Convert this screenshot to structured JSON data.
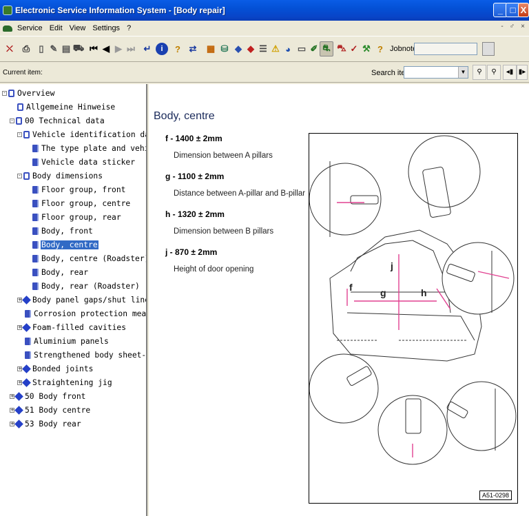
{
  "window": {
    "title": "Electronic Service Information System - [Body repair]",
    "controls": [
      "_",
      "□",
      "X"
    ]
  },
  "menu": {
    "items": [
      "Service",
      "Edit",
      "View",
      "Settings",
      "?"
    ],
    "mdi_controls": [
      "-",
      "♂",
      "×"
    ]
  },
  "toolbar": {
    "jobnote_label": "Jobnote:",
    "jobnote_value": ""
  },
  "itembar": {
    "current_label": "Current item:",
    "search_label": "Search item:",
    "search_value": ""
  },
  "tree": [
    {
      "label": "Overview",
      "icon": "book-open-icon",
      "expander": "-",
      "indent": 0
    },
    {
      "label": "Allgemeine Hinweise",
      "icon": "book-open-icon",
      "expander": "",
      "indent": 1
    },
    {
      "label": "00 Technical data",
      "icon": "book-open-icon",
      "expander": "-",
      "indent": 1
    },
    {
      "label": "Vehicle identification data",
      "icon": "book-open-icon",
      "expander": "-",
      "indent": 2
    },
    {
      "label": "The type plate and vehicle",
      "icon": "page-icon",
      "expander": "",
      "indent": 3
    },
    {
      "label": "Vehicle data sticker",
      "icon": "page-icon",
      "expander": "",
      "indent": 3
    },
    {
      "label": "Body dimensions",
      "icon": "book-open-icon",
      "expander": "-",
      "indent": 2
    },
    {
      "label": "Floor group, front",
      "icon": "page-icon",
      "expander": "",
      "indent": 3
    },
    {
      "label": "Floor group, centre",
      "icon": "page-icon",
      "expander": "",
      "indent": 3
    },
    {
      "label": "Floor group, rear",
      "icon": "page-icon",
      "expander": "",
      "indent": 3
    },
    {
      "label": "Body, front",
      "icon": "page-icon",
      "expander": "",
      "indent": 3
    },
    {
      "label": "Body, centre",
      "icon": "page-icon",
      "expander": "",
      "indent": 3,
      "selected": true
    },
    {
      "label": "Body, centre (Roadster)",
      "icon": "page-icon",
      "expander": "",
      "indent": 3
    },
    {
      "label": "Body, rear",
      "icon": "page-icon",
      "expander": "",
      "indent": 3
    },
    {
      "label": "Body, rear (Roadster)",
      "icon": "page-icon",
      "expander": "",
      "indent": 3
    },
    {
      "label": "Body panel gaps/shut lines",
      "icon": "book-closed-icon",
      "expander": "+",
      "indent": 2
    },
    {
      "label": "Corrosion protection measures",
      "icon": "page-icon",
      "expander": "",
      "indent": 2
    },
    {
      "label": "Foam-filled cavities",
      "icon": "book-closed-icon",
      "expander": "+",
      "indent": 2
    },
    {
      "label": "Aluminium panels",
      "icon": "page-icon",
      "expander": "",
      "indent": 2
    },
    {
      "label": "Strengthened body sheet-metal",
      "icon": "page-icon",
      "expander": "",
      "indent": 2
    },
    {
      "label": "Bonded joints",
      "icon": "book-closed-icon",
      "expander": "+",
      "indent": 2
    },
    {
      "label": "Straightening jig",
      "icon": "book-closed-icon",
      "expander": "+",
      "indent": 2
    },
    {
      "label": "50 Body front",
      "icon": "book-closed-icon",
      "expander": "+",
      "indent": 1
    },
    {
      "label": "51 Body centre",
      "icon": "book-closed-icon",
      "expander": "+",
      "indent": 1
    },
    {
      "label": "53 Body rear",
      "icon": "book-closed-icon",
      "expander": "+",
      "indent": 1
    }
  ],
  "content": {
    "title": "Body, centre",
    "dimensions": [
      {
        "heading": "f - 1400 ± 2mm",
        "desc": "Dimension between A pillars"
      },
      {
        "heading": "g - 1100 ± 2mm",
        "desc": "Distance between A-pillar and B-pillar"
      },
      {
        "heading": "h - 1320 ± 2mm",
        "desc": "Dimension between B pillars"
      },
      {
        "heading": "j - 870 ± 2mm",
        "desc": "Height of door opening"
      }
    ],
    "figure": {
      "labels": [
        "f",
        "g",
        "h",
        "j"
      ],
      "code": "A51-0298",
      "accent": "#e04090"
    }
  }
}
